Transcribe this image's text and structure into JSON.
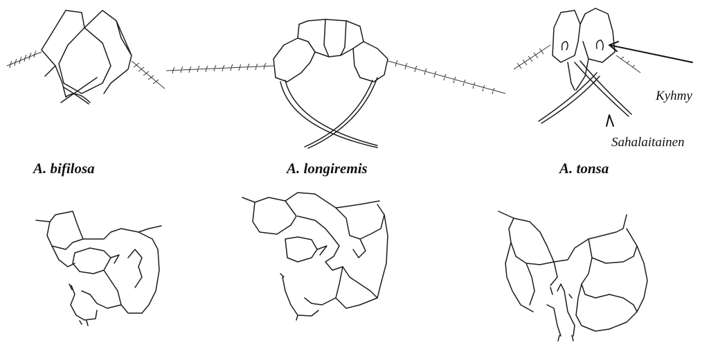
{
  "species": [
    {
      "genus": "A.",
      "name": "bifilosa"
    },
    {
      "genus": "A.",
      "name": "longiremis"
    },
    {
      "genus": "A.",
      "name": "tonsa"
    }
  ],
  "annotations": {
    "knob": "Kyhmy",
    "serrated": "Sahalaitainen"
  }
}
